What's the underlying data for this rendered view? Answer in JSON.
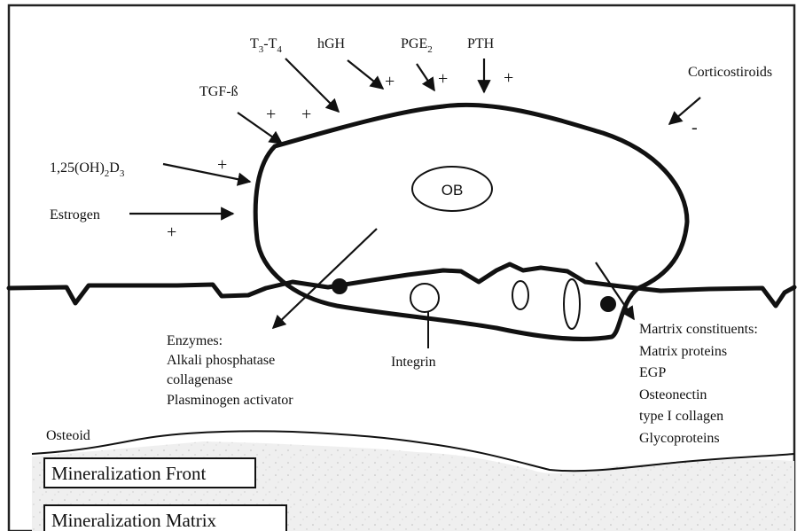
{
  "factors": {
    "t3t4": {
      "base1": "T",
      "sub1": "3",
      "dash": "-T",
      "sub2": "4"
    },
    "hgh": "hGH",
    "pge2": {
      "base": "PGE",
      "sub": "2"
    },
    "pth": "PTH",
    "corticosteroids": "Corticostiroids",
    "tgf": "TGF-ß",
    "vitd": {
      "a": "1,25(OH)",
      "sub1": "2",
      "b": "D",
      "sub2": "3"
    },
    "estrogen": "Estrogen"
  },
  "signs": {
    "plus": "+",
    "minus": "-"
  },
  "cell": {
    "nucleus_label": "OB"
  },
  "outputs": {
    "enzymes": [
      "Enzymes:",
      "Alkali phosphatase",
      "collagenase",
      "Plasminogen activator"
    ],
    "integrin": "Integrin",
    "matrix": [
      "Martrix constituents:",
      "Matrix proteins",
      "EGP",
      "Osteonectin",
      "type I collagen",
      "Glycoproteins"
    ]
  },
  "layers": {
    "osteoid": "Osteoid",
    "front": "Mineralization Front",
    "matrix": "Mineralization Matrix"
  },
  "colors": {
    "ink": "#111111",
    "mineral": "#eeeeee",
    "frame": "#222222"
  }
}
